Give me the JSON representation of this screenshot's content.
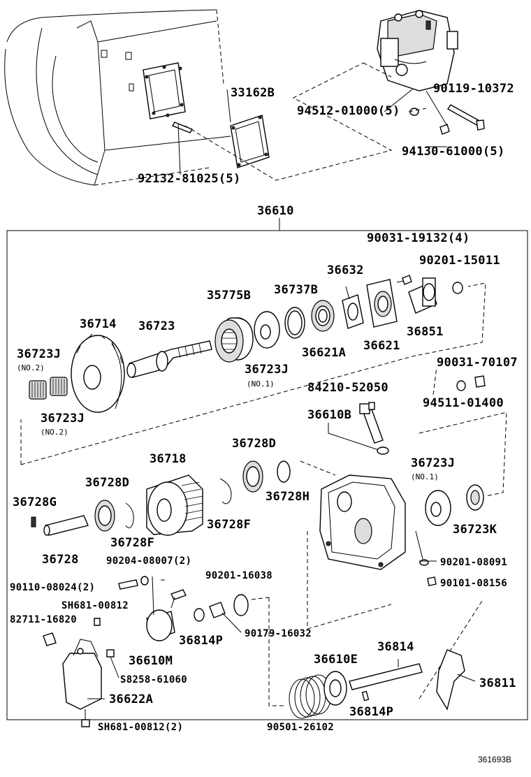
{
  "labels": {
    "p33162B": "33162B",
    "p92132": "92132-81025(5)",
    "p94512": "94512-01000(5)",
    "p90119": "90119-10372",
    "p94130": "94130-61000(5)",
    "p36610": "36610",
    "p90031a": "90031-19132(4)",
    "p90201a": "90201-15011",
    "p36632": "36632",
    "p36737B": "36737B",
    "p35775B": "35775B",
    "p36714": "36714",
    "p36723": "36723",
    "p36723J_a": "36723J",
    "p36723J_a_no": "(NO.2)",
    "p36723J_b": "36723J",
    "p36723J_b_no": "(NO.2)",
    "p36723J_c": "36723J",
    "p36723J_c_no": "(NO.1)",
    "p36621A": "36621A",
    "p36621": "36621",
    "p36851": "36851",
    "p90031b": "90031-70107",
    "p94511": "94511-01400",
    "p84210": "84210-52050",
    "p36610B": "36610B",
    "p36728D_a": "36728D",
    "p36718": "36718",
    "p36728D_b": "36728D",
    "p36728G": "36728G",
    "p36728H": "36728H",
    "p36728F_a": "36728F",
    "p36728F_b": "36728F",
    "p36728": "36728",
    "p36723J_d": "36723J",
    "p36723J_d_no": "(NO.1)",
    "p36723K": "36723K",
    "p90204": "90204-08007(2)",
    "p90201b": "90201-08091",
    "p90101": "90101-08156",
    "p90110": "90110-08024(2)",
    "p90201c": "90201-16038",
    "pSH681a": "SH681-00812",
    "p82711": "82711-16820",
    "p36814P_a": "36814P",
    "p90179": "90179-16032",
    "p36610M": "36610M",
    "pS8258": "S8258-61060",
    "p36622A": "36622A",
    "pSH681b": "SH681-00812(2)",
    "p36610E": "36610E",
    "p36814": "36814",
    "p36811": "36811",
    "p36814P_b": "36814P",
    "p90501": "90501-26102"
  },
  "figure_ref": "361693B"
}
